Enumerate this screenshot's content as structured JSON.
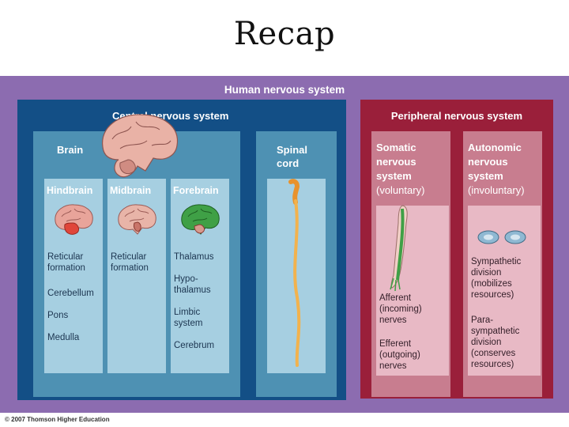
{
  "slide": {
    "title": "Recap"
  },
  "diagram": {
    "root_label": "Human nervous system",
    "central": {
      "label": "Central nervous system",
      "brain": {
        "label": "Brain",
        "hindbrain": {
          "label": "Hindbrain",
          "items": [
            "Reticular\nformation",
            "Cerebellum",
            "Pons",
            "Medulla"
          ]
        },
        "midbrain": {
          "label": "Midbrain",
          "items": [
            "Reticular\nformation"
          ]
        },
        "forebrain": {
          "label": "Forebrain",
          "items": [
            "Thalamus",
            "Hypo-\nthalamus",
            "Limbic\nsystem",
            "Cerebrum"
          ]
        }
      },
      "spinal": {
        "label": "Spinal\ncord"
      }
    },
    "peripheral": {
      "label": "Peripheral nervous system",
      "somatic": {
        "label": "Somatic\nnervous\nsystem",
        "paren": "(voluntary)",
        "items": [
          "Afferent\n(incoming)\nnerves",
          "Efferent\n(outgoing)\nnerves"
        ]
      },
      "autonomic": {
        "label": "Autonomic\nnervous\nsystem",
        "paren": "(involuntary)",
        "items": [
          "Sympathetic\ndivision\n(mobilizes\nresources)",
          "Para-\nsympathetic\ndivision\n(conserves\nresources)"
        ]
      }
    }
  },
  "footer": {
    "copyright": "© 2007 Thomson Higher Education"
  },
  "colors": {
    "outer": "#8c6cb0",
    "central": "#134f86",
    "central_box": "#4e91b3",
    "central_col": "#a6cfe1",
    "peripheral": "#9a1f3a",
    "peripheral_box": "#c87d8f",
    "peripheral_col": "#e8b9c5",
    "highlight_red": "#e0463a",
    "highlight_green": "#3fa046",
    "spinal_cord": "#f2b24d"
  }
}
